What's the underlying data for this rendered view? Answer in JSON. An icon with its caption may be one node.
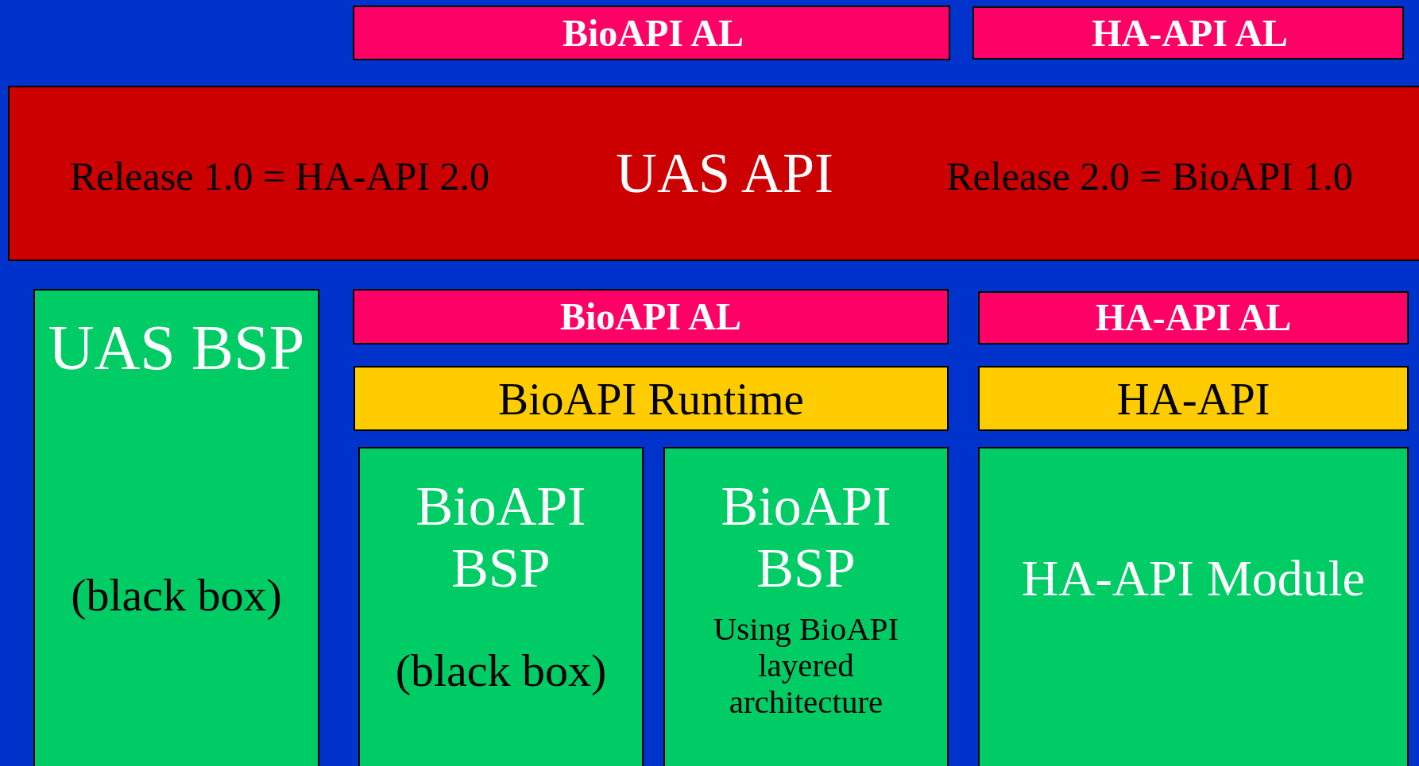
{
  "diagram": {
    "nodes": [
      {
        "text": [
          "BioAPI  AL"
        ]
      },
      {
        "text": [
          "HA-API  AL"
        ]
      },
      {
        "text": [
          "Release 1.0 = HA-API 2.0",
          "UAS API",
          "Release 2.0 = BioAPI 1.0"
        ]
      },
      {
        "text": [
          "UAS BSP",
          "(black box)"
        ]
      },
      {
        "text": [
          "BioAPI  AL"
        ]
      },
      {
        "text": [
          "HA-API  AL"
        ]
      },
      {
        "text": [
          "BioAPI Runtime"
        ]
      },
      {
        "text": [
          "HA-API"
        ]
      },
      {
        "text": [
          "BioAPI BSP",
          "(black box)"
        ]
      },
      {
        "text": [
          "BioAPI BSP",
          "Using BioAPI layered architecture"
        ]
      },
      {
        "text": [
          "HA-API Module"
        ]
      }
    ]
  }
}
